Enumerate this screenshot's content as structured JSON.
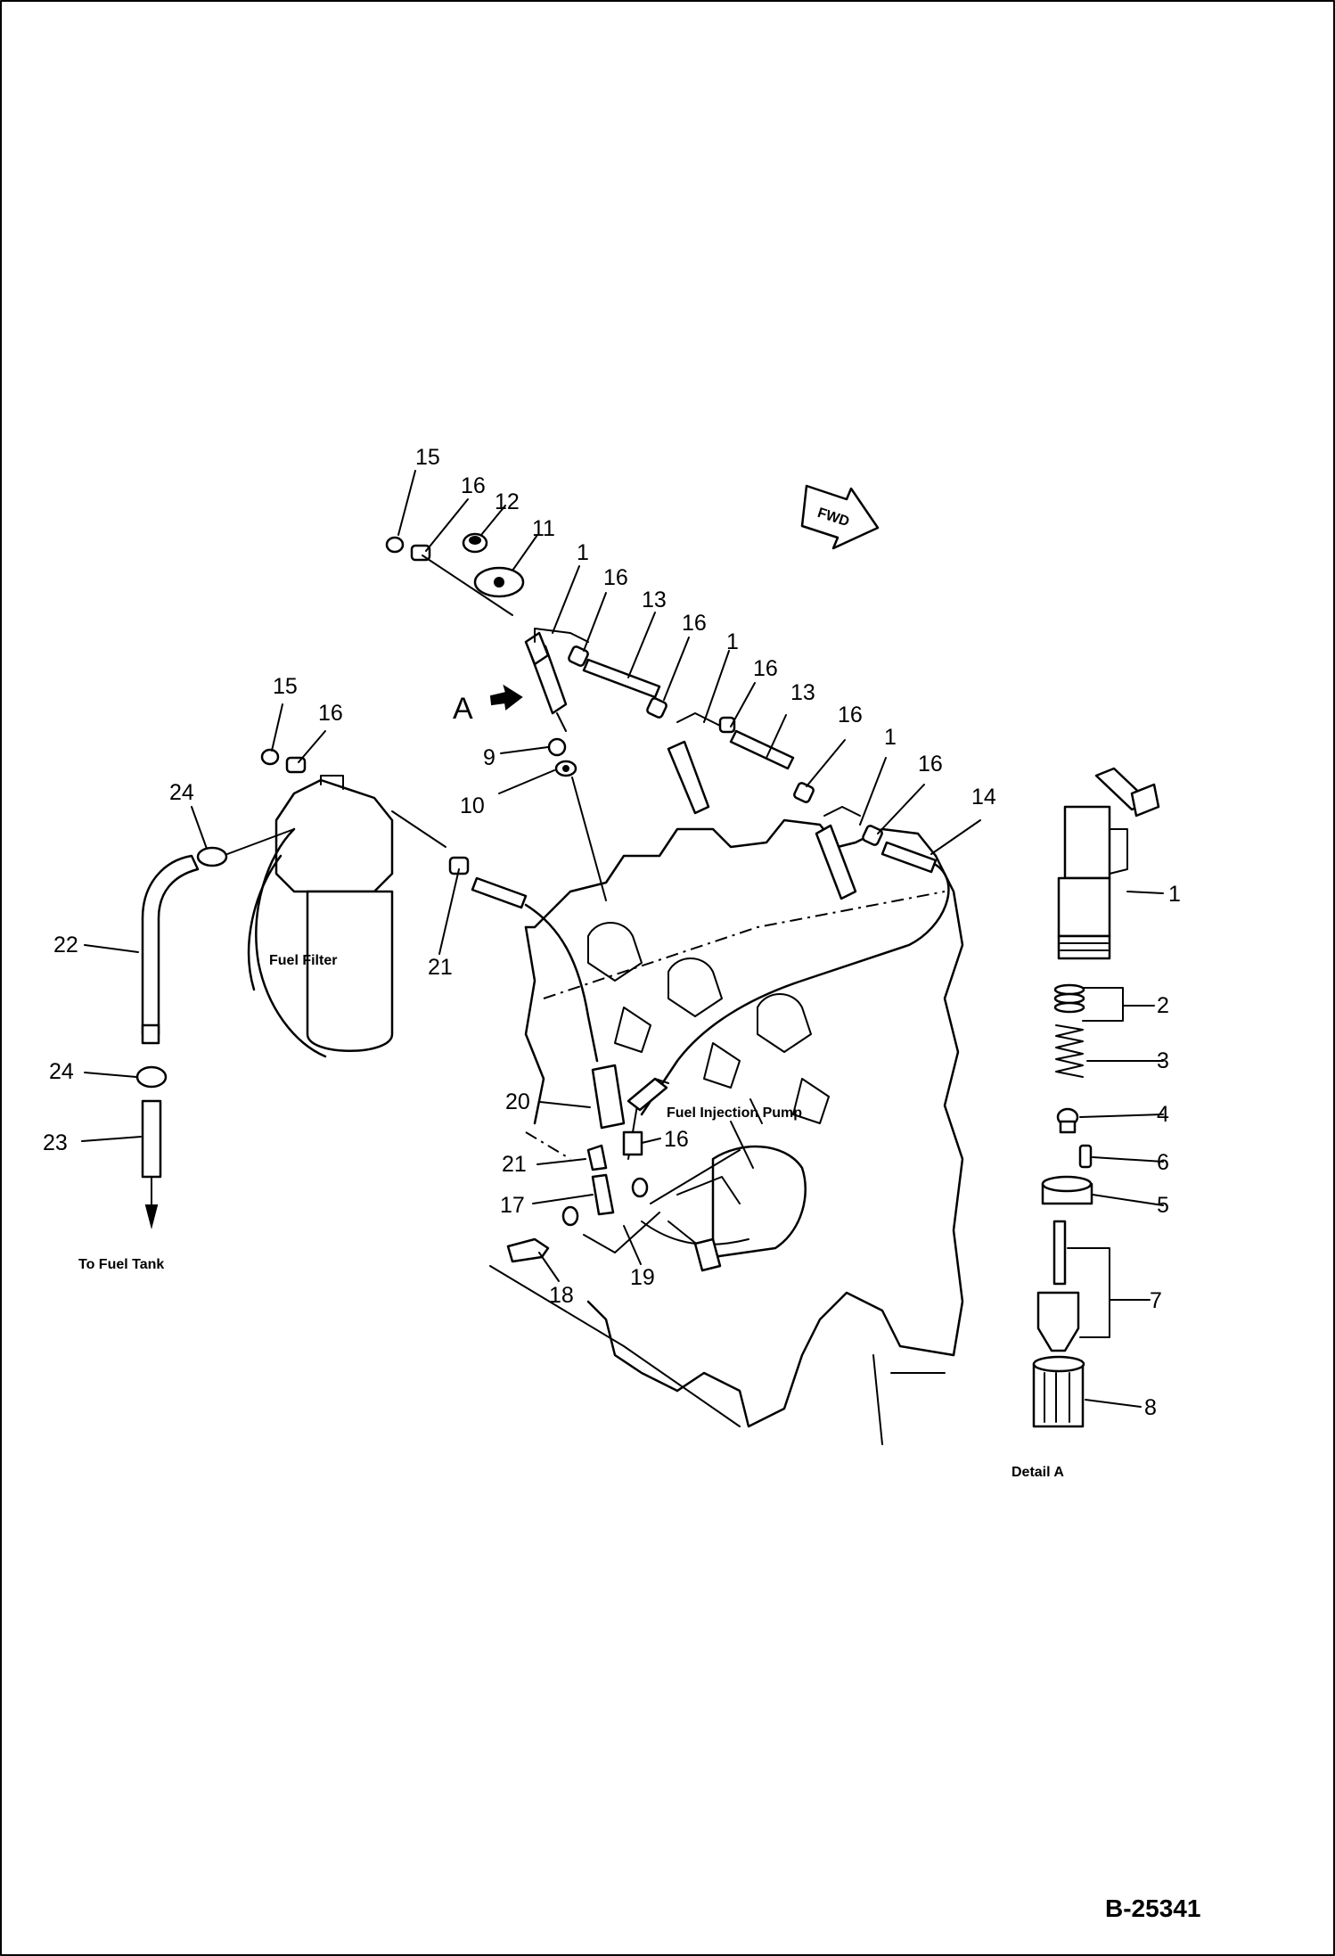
{
  "labels": {
    "fwd": "FWD",
    "view_a": "A",
    "fuel_filter": "Fuel Filter",
    "fuel_injection_pump": "Fuel Injection Pump",
    "to_fuel_tank": "To Fuel Tank",
    "detail_a": "Detail A",
    "drawing_code": "B-25341"
  },
  "callouts": {
    "c1": "1",
    "c2": "2",
    "c3": "3",
    "c4": "4",
    "c5": "5",
    "c6": "6",
    "c7": "7",
    "c8": "8",
    "c9": "9",
    "c10": "10",
    "c11": "11",
    "c12": "12",
    "c13": "13",
    "c14": "14",
    "c15": "15",
    "c16": "16",
    "c17": "17",
    "c18": "18",
    "c19": "19",
    "c20": "20",
    "c21": "21",
    "c22": "22",
    "c23": "23",
    "c24": "24"
  }
}
